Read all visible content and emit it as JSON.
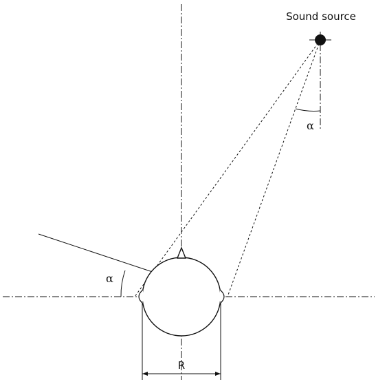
{
  "labels": {
    "source": "Sound source",
    "alpha_top": "α",
    "alpha_bottom": "α",
    "radius": "R"
  }
}
